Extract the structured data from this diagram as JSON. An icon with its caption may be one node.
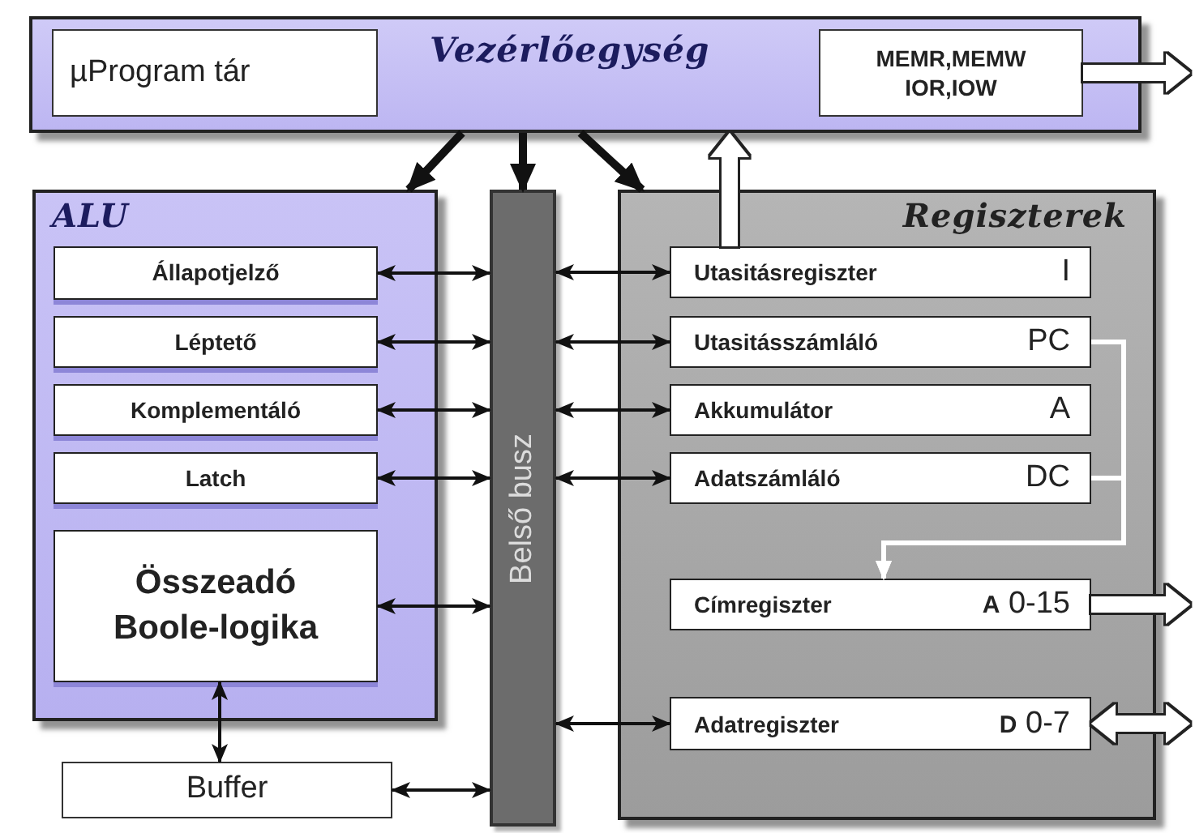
{
  "diagram": {
    "nodes": [
      {
        "text": [
          "Vezérlőegység"
        ]
      },
      {
        "text": [
          "µProgram tár"
        ],
        "in": 0
      },
      {
        "text": [
          "MEMR,MEMW IOR,IOW"
        ],
        "in": 0
      },
      {
        "text": [
          "ALU"
        ]
      },
      {
        "text": [
          "Állapotjelző"
        ],
        "in": 3
      },
      {
        "text": [
          "Léptető"
        ],
        "in": 3
      },
      {
        "text": [
          "Komplementáló"
        ],
        "in": 3
      },
      {
        "text": [
          "Latch"
        ],
        "in": 3
      },
      {
        "text": [
          "Összeadó Boole-logika"
        ],
        "in": 3
      },
      {
        "text": [
          "Buffer"
        ]
      },
      {
        "text": [
          "Belső busz"
        ]
      },
      {
        "text": [
          "Regiszterek"
        ]
      },
      {
        "text": [
          "Utasitásregiszter",
          "I"
        ],
        "in": 11
      },
      {
        "text": [
          "Utasitásszámláló",
          "PC"
        ],
        "in": 11
      },
      {
        "text": [
          "Akkumulátor",
          "A"
        ],
        "in": 11
      },
      {
        "text": [
          "Adatszámláló",
          "DC"
        ],
        "in": 11
      },
      {
        "text": [
          "Címregiszter",
          "**A** 0-15"
        ],
        "in": 11
      },
      {
        "text": [
          "Adatregiszter",
          "**D** 0-7"
        ],
        "in": 11
      }
    ],
    "edges": [
      {
        "from": 0,
        "to": 3,
        "arrow": "to",
        "style": "thick"
      },
      {
        "from": 0,
        "to": 10,
        "arrow": "to",
        "style": "thick"
      },
      {
        "from": 0,
        "to": 11,
        "arrow": "to",
        "style": "thick"
      },
      {
        "from": 12,
        "to": 0,
        "arrow": "to",
        "style": "thick",
        "color": "#ffffff"
      },
      {
        "from": 2,
        "to": null,
        "arrow": "to",
        "style": "thick",
        "color": "#ffffff"
      },
      {
        "from": 4,
        "to": 10,
        "arrow": "both"
      },
      {
        "from": 5,
        "to": 10,
        "arrow": "both"
      },
      {
        "from": 6,
        "to": 10,
        "arrow": "both"
      },
      {
        "from": 7,
        "to": 10,
        "arrow": "both"
      },
      {
        "from": 8,
        "to": 10,
        "arrow": "both"
      },
      {
        "from": 8,
        "to": 9,
        "arrow": "both"
      },
      {
        "from": 9,
        "to": 10,
        "arrow": "both"
      },
      {
        "from": 10,
        "to": 12,
        "arrow": "both"
      },
      {
        "from": 10,
        "to": 13,
        "arrow": "both"
      },
      {
        "from": 10,
        "to": 14,
        "arrow": "both"
      },
      {
        "from": 10,
        "to": 15,
        "arrow": "both"
      },
      {
        "from": 10,
        "to": 17,
        "arrow": "both"
      },
      {
        "from": 13,
        "to": 16,
        "arrow": "to",
        "color": "#ffffff"
      },
      {
        "from": 15,
        "to": 16,
        "arrow": "to",
        "color": "#ffffff"
      },
      {
        "from": 16,
        "to": null,
        "arrow": "to",
        "style": "thick",
        "color": "#ffffff"
      },
      {
        "from": 17,
        "to": null,
        "arrow": "both",
        "style": "thick",
        "color": "#ffffff"
      }
    ]
  }
}
